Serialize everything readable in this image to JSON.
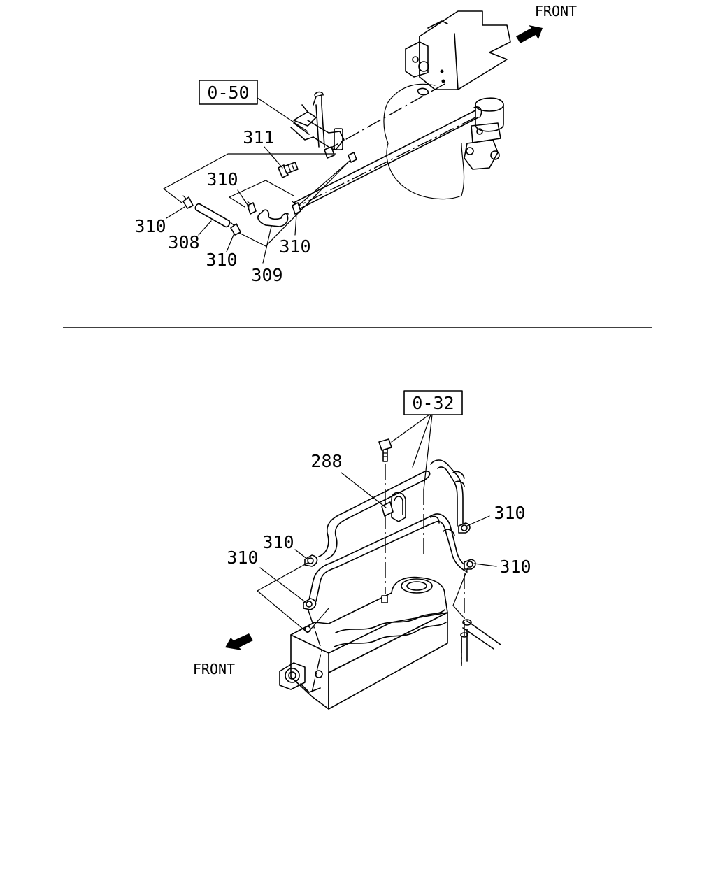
{
  "top_diagram": {
    "ref_box": "0-50",
    "front_label": "FRONT",
    "callouts": {
      "bolt": "311",
      "clip_upper": "310",
      "clip_left": "310",
      "clip_right": "310",
      "clip_lower": "310",
      "straight_hose": "308",
      "bent_hose": "309"
    }
  },
  "bottom_diagram": {
    "ref_box": "0-32",
    "front_label": "FRONT",
    "callouts": {
      "bracket": "288",
      "clip_upper_right": "310",
      "clip_mid_left": "310",
      "clip_left": "310",
      "clip_lower_right": "310"
    }
  }
}
